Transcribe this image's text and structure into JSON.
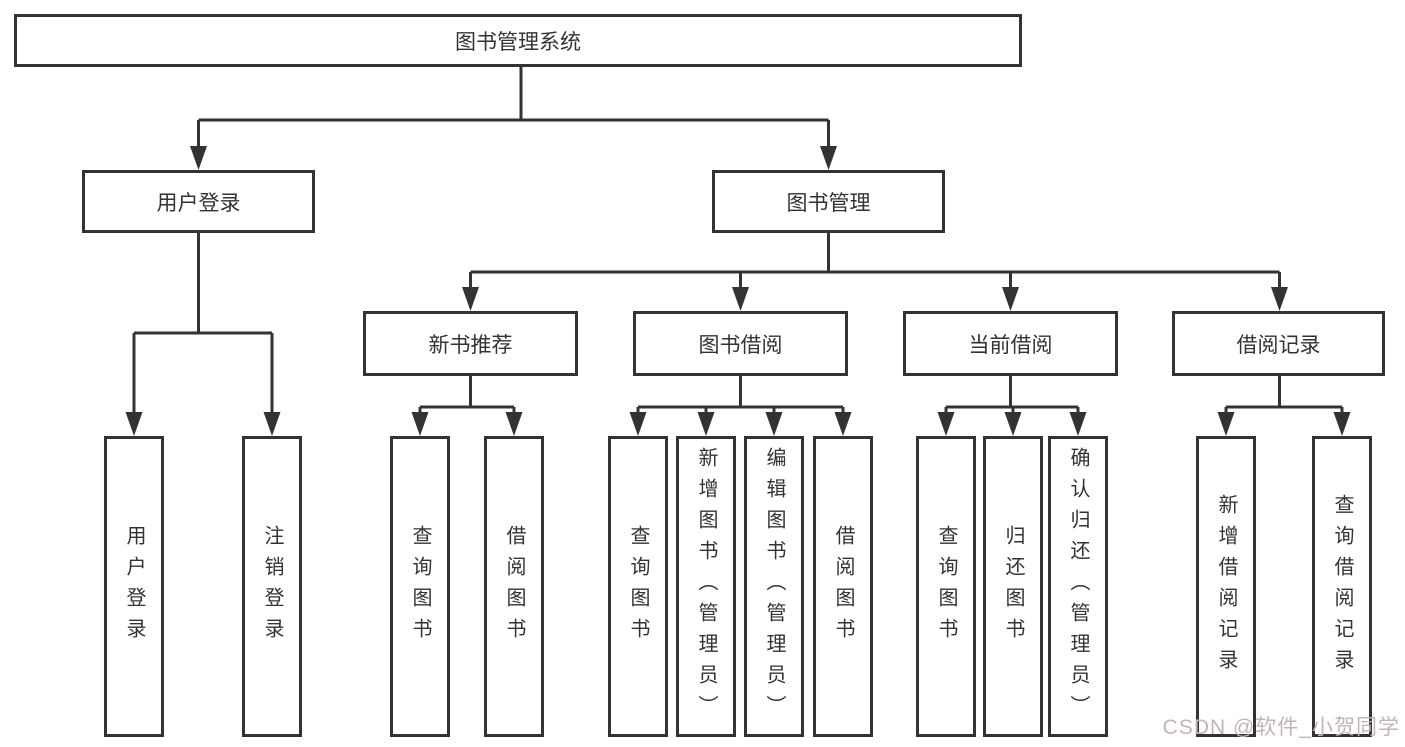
{
  "diagram": {
    "colors": {
      "line": "#333333",
      "text": "#333333",
      "box_bg": "#ffffff",
      "watermark": "#c6b3b3"
    },
    "root": {
      "label": "图书管理系统"
    },
    "level2": [
      {
        "label": "用户登录"
      },
      {
        "label": "图书管理"
      }
    ],
    "level3": [
      {
        "label": "新书推荐"
      },
      {
        "label": "图书借阅"
      },
      {
        "label": "当前借阅"
      },
      {
        "label": "借阅记录"
      }
    ],
    "leaves": {
      "user_login": [
        "用户登录",
        "注销登录"
      ],
      "new_book_recommend": [
        "查询图书",
        "借阅图书"
      ],
      "book_borrowing": [
        "查询图书",
        "新增图书（管理员）",
        "编辑图书（管理员）",
        "借阅图书"
      ],
      "current_borrowing": [
        "查询图书",
        "归还图书",
        "确认归还（管理员）"
      ],
      "borrowing_records": [
        "新增借阅记录",
        "查询借阅记录"
      ]
    },
    "watermark": "CSDN @软件_小贺同学"
  }
}
